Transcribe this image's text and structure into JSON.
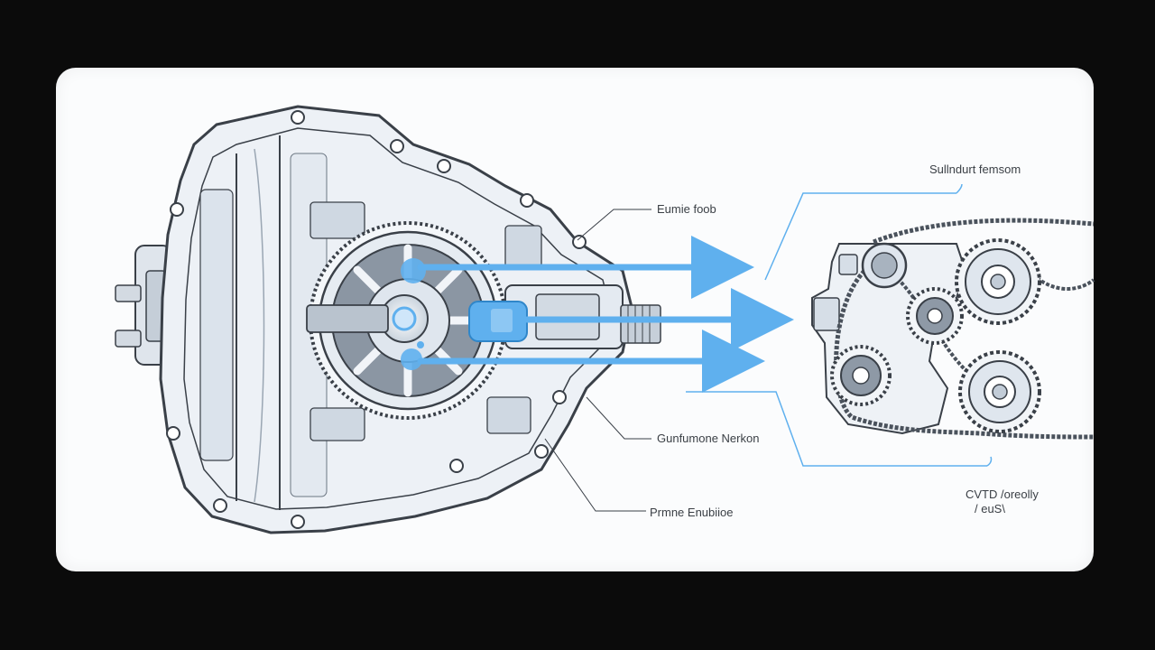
{
  "labels": {
    "top_right": "Sullndurt femsom",
    "upper": "Eumie foob",
    "middle": "Gunfumone Nerkon",
    "lower": "Prmne Enubiioe",
    "bottom_right_line1": "CVTD /oreolly",
    "bottom_right_line2": "/ euS\\"
  },
  "colors": {
    "accent": "#5fb0ee",
    "outline": "#3a4048",
    "housing_fill": "#e9eef4",
    "panel": "#fbfcfd",
    "background": "#0b0b0b"
  }
}
